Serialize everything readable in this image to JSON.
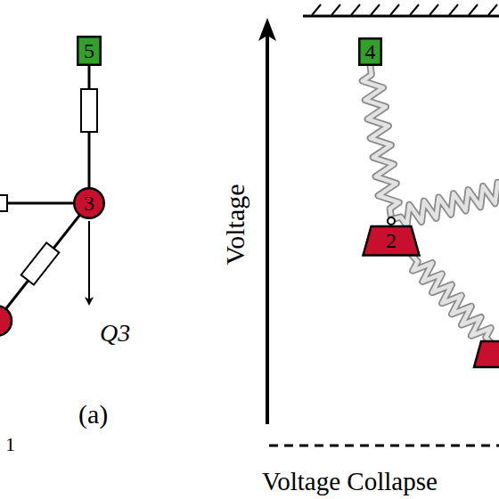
{
  "diagram": {
    "nodes": [
      {
        "text": [
          "5"
        ]
      },
      {
        "text": [
          "3"
        ]
      },
      {
        "text": [
          "4"
        ]
      },
      {
        "text": [
          "2"
        ]
      }
    ],
    "edges": [
      {
        "from": 0,
        "to": 1,
        "arrow": "none"
      },
      {
        "from": 2,
        "to": 3,
        "arrow": "none"
      }
    ],
    "labels": [
      "Q3",
      "(a)",
      "1",
      "Voltage",
      "Voltage Collapse"
    ]
  }
}
